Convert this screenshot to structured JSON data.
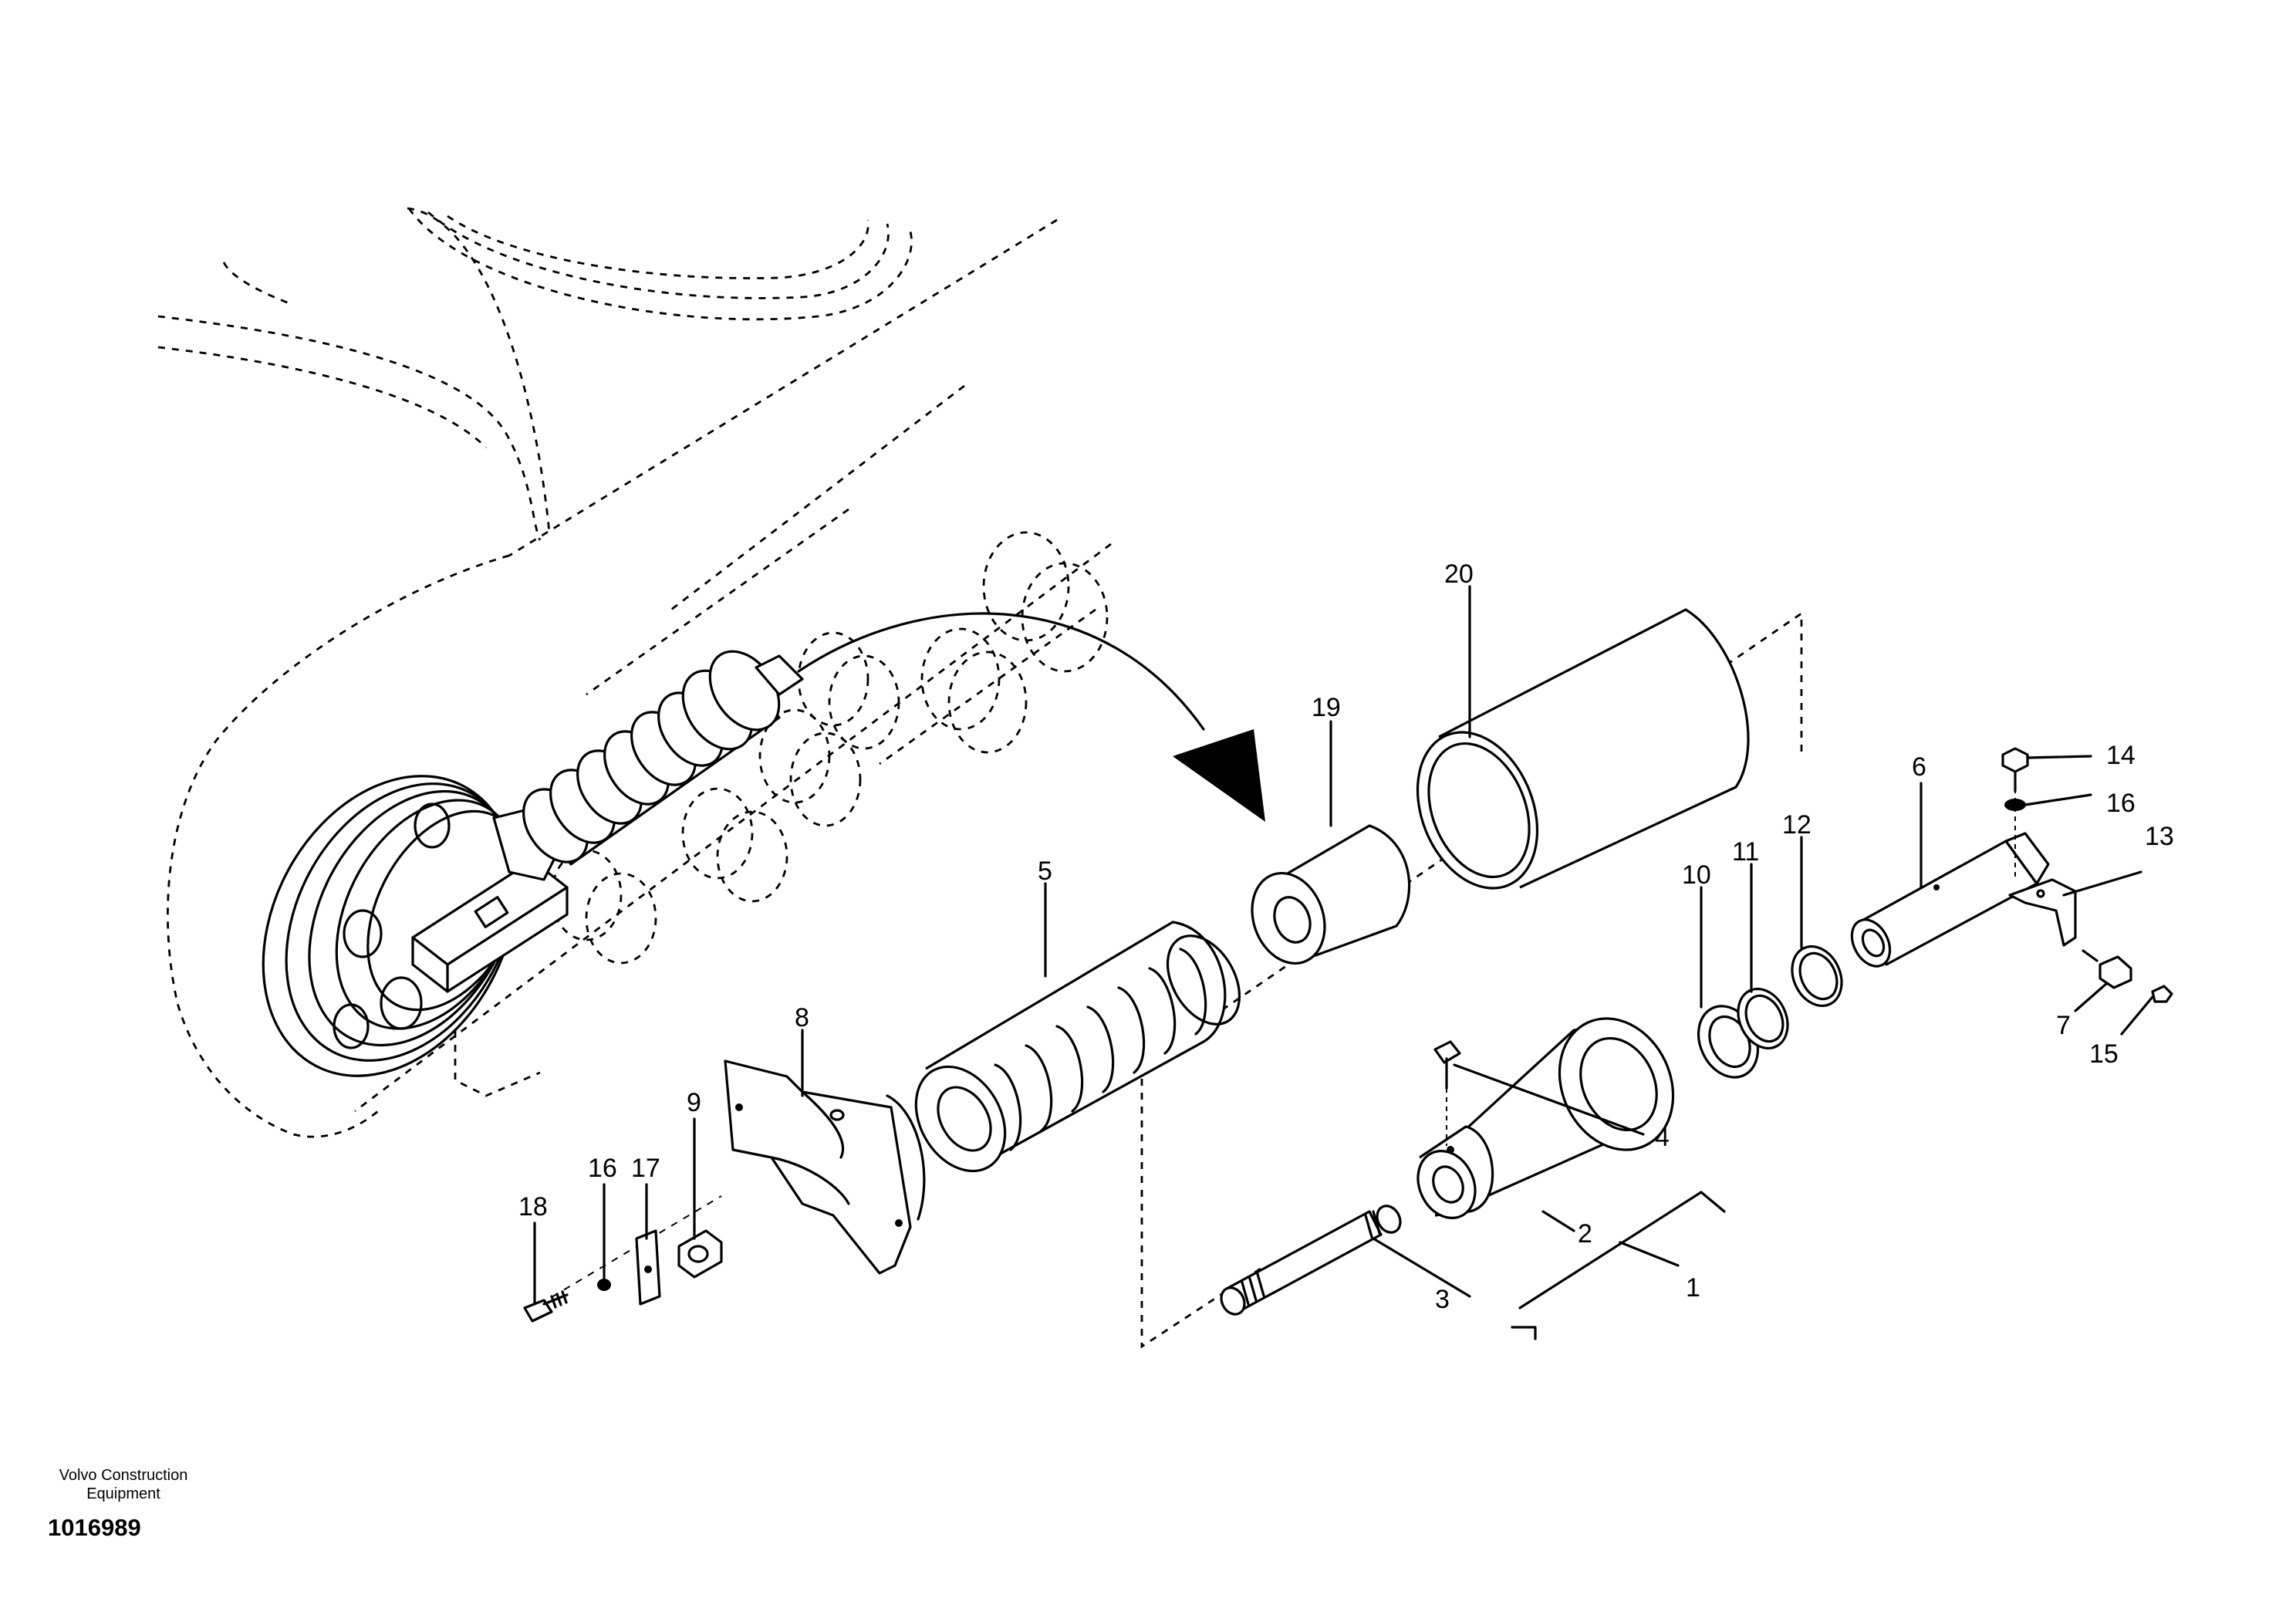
{
  "footer": {
    "company_line1": "Volvo Construction",
    "company_line2": "Equipment",
    "drawing_number": "1016989"
  },
  "callouts": [
    {
      "number": "1",
      "part": "track-adjuster-assembly"
    },
    {
      "number": "2",
      "part": "cylinder"
    },
    {
      "number": "3",
      "part": "rod"
    },
    {
      "number": "4",
      "part": "grease-fitting"
    },
    {
      "number": "5",
      "part": "recoil-spring"
    },
    {
      "number": "6",
      "part": "pin"
    },
    {
      "number": "7",
      "part": "fitting"
    },
    {
      "number": "8",
      "part": "bracket"
    },
    {
      "number": "9",
      "part": "nut"
    },
    {
      "number": "10",
      "part": "ring"
    },
    {
      "number": "11",
      "part": "ring"
    },
    {
      "number": "12",
      "part": "ring"
    },
    {
      "number": "13",
      "part": "plate"
    },
    {
      "number": "14",
      "part": "bolt"
    },
    {
      "number": "15",
      "part": "fitting"
    },
    {
      "number": "16",
      "part": "washer"
    },
    {
      "number": "17",
      "part": "lock-plate"
    },
    {
      "number": "18",
      "part": "bolt"
    },
    {
      "number": "19",
      "part": "spacer"
    },
    {
      "number": "20",
      "part": "spacer-tube"
    }
  ]
}
